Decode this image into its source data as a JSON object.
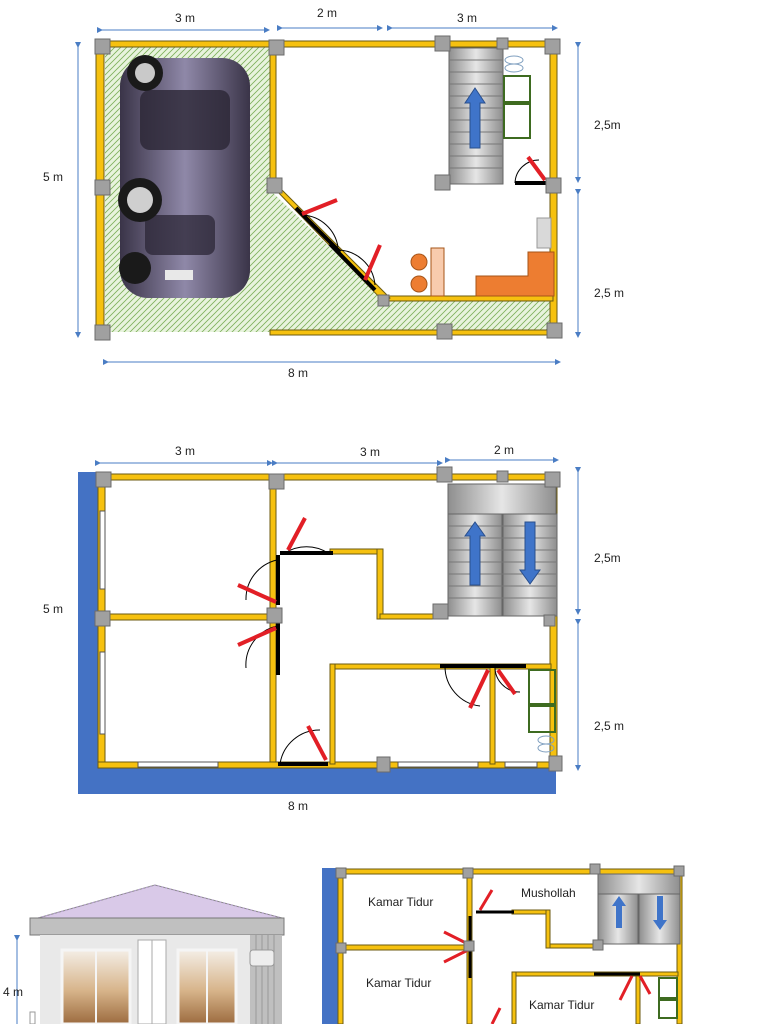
{
  "colors": {
    "wall": "#F6C10F",
    "wall_edge": "#6B5A10",
    "column": "#A0A0A0",
    "blue_wall": "#4472C4",
    "door_leaf": "#E21F26",
    "stair": "#B8B8B8",
    "arrow": "#3F74C9",
    "garden": "#7DB05A",
    "counter": "#ED7D31",
    "dim_line": "#4A7DC4"
  },
  "icons": {
    "car": "car-icon",
    "stairs": "stairs-icon",
    "door": "door-swing-icon",
    "toilet": "toilet-icon",
    "chair": "chair-icon",
    "counter": "kitchen-counter-icon",
    "roof": "roof-icon",
    "window": "window-icon"
  },
  "plan1": {
    "top_dims": [
      "3 m",
      "2 m",
      "3 m"
    ],
    "left_dim": "5 m",
    "right_dims": [
      "2,5m",
      "2,5 m"
    ],
    "bottom_dim": "8 m"
  },
  "plan2": {
    "top_dims": [
      "3 m",
      "3 m",
      "2 m"
    ],
    "left_dim": "5 m",
    "right_dims": [
      "2,5m",
      "2,5 m"
    ],
    "bottom_dim": "8 m"
  },
  "facade": {
    "height_dim": "4 m"
  },
  "plan3": {
    "rooms": [
      "Kamar Tidur",
      "Mushollah",
      "Kamar Tidur",
      "Kamar Tidur"
    ]
  }
}
